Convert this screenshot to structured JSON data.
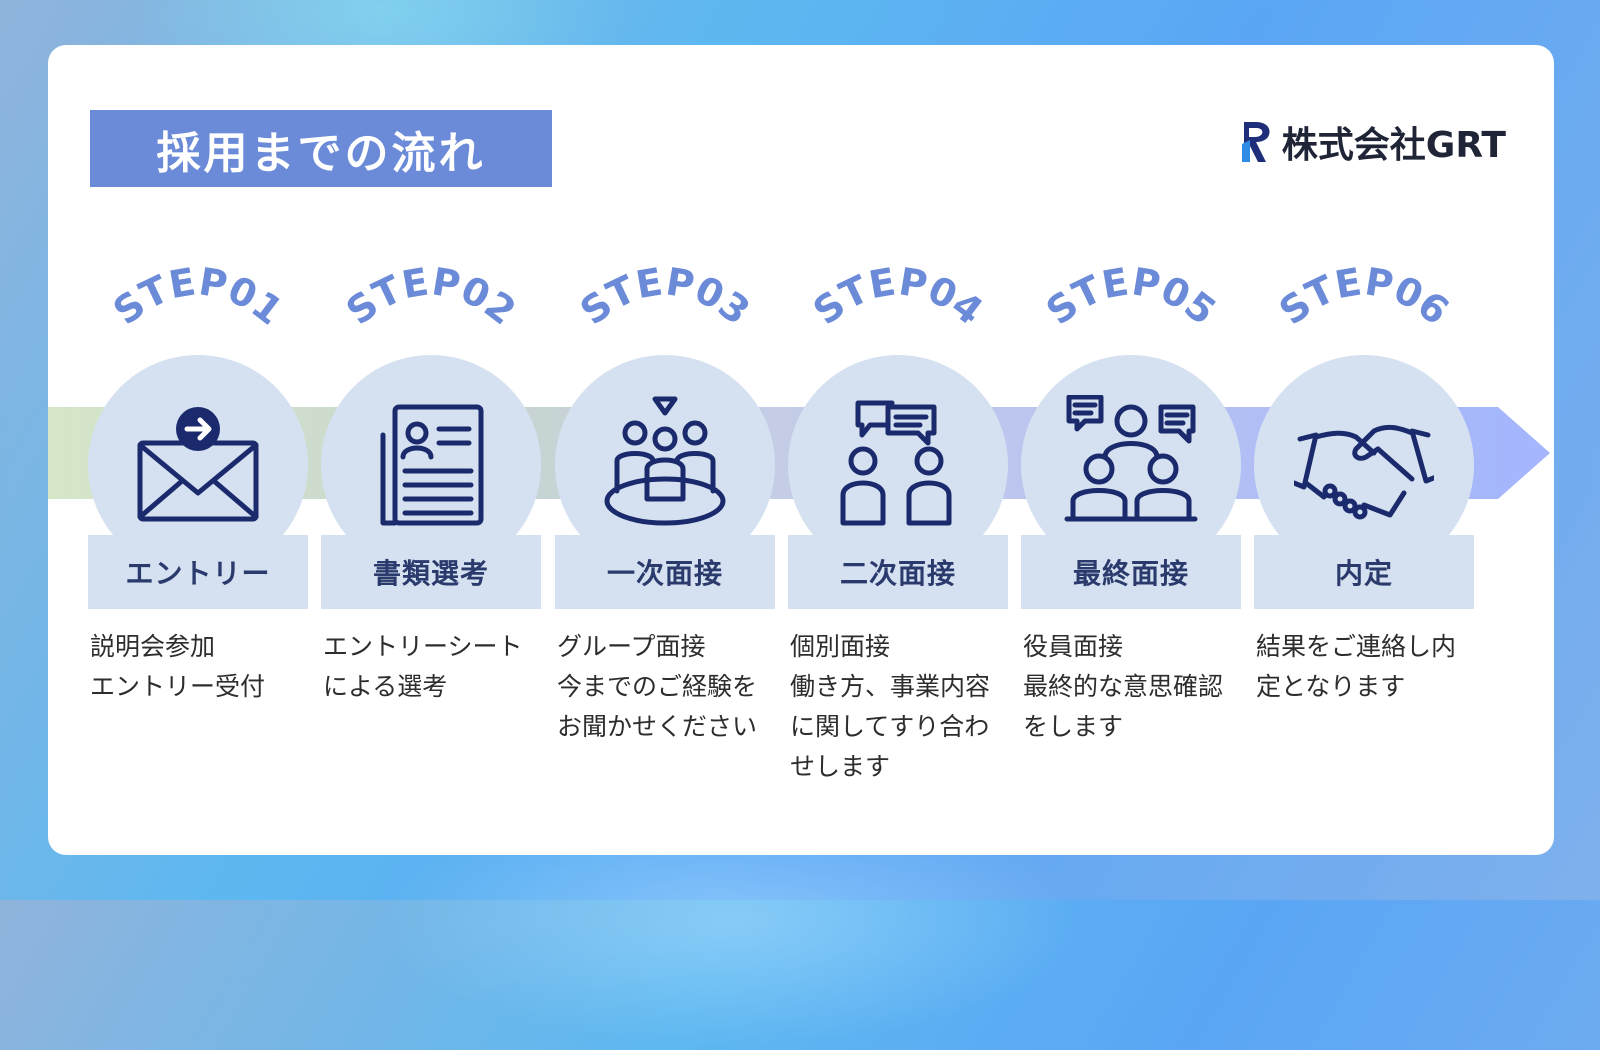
{
  "header": {
    "title": "採用までの流れ",
    "company": "株式会社GRT"
  },
  "colors": {
    "accent": "#6b8bd9",
    "icon": "#1a2a6c",
    "step_label": "#6b8bd9",
    "circle": "#d5e1f0"
  },
  "steps": [
    {
      "label": "STEP01",
      "title": "エントリー",
      "desc": "説明会参加\nエントリー受付",
      "icon": "envelope-icon"
    },
    {
      "label": "STEP02",
      "title": "書類選考",
      "desc": "エントリーシートによる選考",
      "icon": "resume-document-icon"
    },
    {
      "label": "STEP03",
      "title": "一次面接",
      "desc": "グループ面接\n今までのご経験をお聞かせください",
      "icon": "group-meeting-icon"
    },
    {
      "label": "STEP04",
      "title": "二次面接",
      "desc": "個別面接\n働き方、事業内容に関してすり合わせします",
      "icon": "conversation-icon"
    },
    {
      "label": "STEP05",
      "title": "最終面接",
      "desc": "役員面接\n最終的な意思確認をします",
      "icon": "board-meeting-icon"
    },
    {
      "label": "STEP06",
      "title": "内定",
      "desc": "結果をご連絡し内定となります",
      "icon": "handshake-icon"
    }
  ]
}
